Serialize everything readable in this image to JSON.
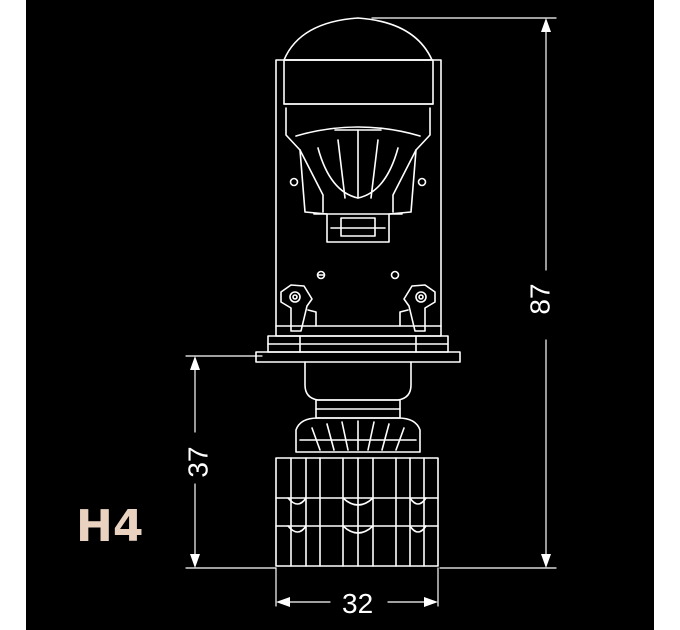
{
  "title": "H4",
  "dimensions": {
    "height_total": "87",
    "height_base": "37",
    "width": "32"
  },
  "colors": {
    "background": "#000000",
    "frame": "#ffffff",
    "line": "#ffffff",
    "title": "#e9d2bf"
  }
}
